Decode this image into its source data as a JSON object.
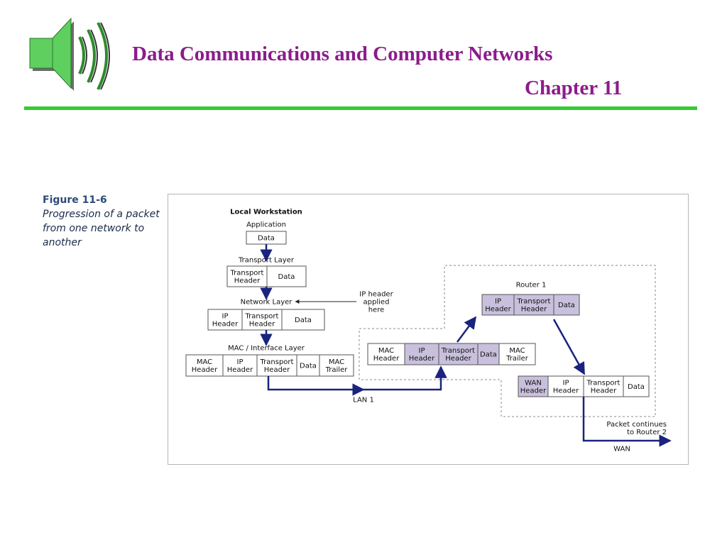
{
  "header": {
    "title": "Data Communications and Computer Networks",
    "chapter": "Chapter 11",
    "speaker_icon": "speaker-icon",
    "accent_color": "#8b1c8b",
    "rule_color": "#33cc33"
  },
  "figure": {
    "number": "Figure 11-6",
    "description": "Progression of a packet from one network to another"
  },
  "diagram": {
    "local_workstation": "Local Workstation",
    "application": "Application",
    "transport_layer": "Transport Layer",
    "network_layer": "Network Layer",
    "mac_interface_layer": "MAC / Interface Layer",
    "ip_header_note": [
      "IP header",
      "applied",
      "here"
    ],
    "router1": "Router 1",
    "lan1": "LAN 1",
    "wan": "WAN",
    "packet_continues": [
      "Packet continues",
      "to Router 2"
    ],
    "fields": {
      "data": "Data",
      "transport_header": [
        "Transport",
        "Header"
      ],
      "ip_header": [
        "IP",
        "Header"
      ],
      "mac_header": [
        "MAC",
        "Header"
      ],
      "mac_trailer": [
        "MAC",
        "Trailer"
      ],
      "wan_header": [
        "WAN",
        "Header"
      ]
    },
    "highlight_color": "#c8c0dc",
    "arrow_color": "#1a237e"
  }
}
